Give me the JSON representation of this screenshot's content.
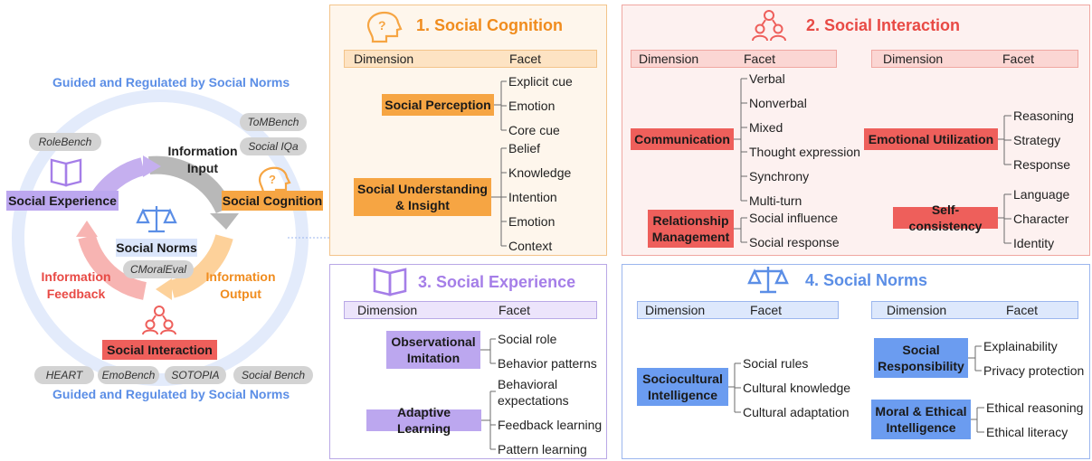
{
  "overview": {
    "guide_top": "Guided and Regulated by Social Norms",
    "guide_bottom": "Guided and Regulated by Social Norms",
    "center_label": "Social Norms",
    "cycle": {
      "information_input": "Information\nInput",
      "information_output": "Information\nOutput",
      "information_feedback": "Information\nFeedback"
    },
    "nodes": {
      "social_experience": "Social Experience",
      "social_cognition": "Social Cognition",
      "social_interaction": "Social Interaction"
    },
    "benchmarks": {
      "tombench": "ToMBench",
      "socialiqa": "Social IQa",
      "rolebench": "RoleBench",
      "cmoraleval": "CMoralEval",
      "heart": "HEART",
      "emobench": "EmoBench",
      "sotopia": "SOTOPIA",
      "socialbench": "Social Bench"
    },
    "colors": {
      "cognition": "#f6a543",
      "interaction": "#ee5f5b",
      "experience": "#bca7ef",
      "norms": "#6b9cf0",
      "guide_text": "#5b8ee6",
      "ring": "#e3ebfb"
    }
  },
  "panels": {
    "cognition": {
      "title": "1. Social Cognition",
      "icon": "head-question-icon",
      "header": {
        "dimension": "Dimension",
        "facet": "Facet"
      },
      "dimensions": [
        {
          "name": "Social Perception",
          "facets": [
            "Explicit cue",
            "Emotion",
            "Core cue"
          ]
        },
        {
          "name": "Social Understanding\n& Insight",
          "facets": [
            "Belief",
            "Knowledge",
            "Intention",
            "Emotion",
            "Context"
          ]
        }
      ]
    },
    "interaction": {
      "title": "2. Social Interaction",
      "icon": "people-network-icon",
      "header_left": {
        "dimension": "Dimension",
        "facet": "Facet"
      },
      "header_right": {
        "dimension": "Dimension",
        "facet": "Facet"
      },
      "dimensions": [
        {
          "name": "Communication",
          "facets": [
            "Verbal",
            "Nonverbal",
            "Mixed",
            "Thought expression",
            "Synchrony",
            "Multi-turn"
          ]
        },
        {
          "name": "Relationship\nManagement",
          "facets": [
            "Social influence",
            "Social response"
          ]
        },
        {
          "name": "Emotional Utilization",
          "facets": [
            "Reasoning",
            "Strategy",
            "Response"
          ]
        },
        {
          "name": "Self-consistency",
          "facets": [
            "Language",
            "Character",
            "Identity"
          ]
        }
      ]
    },
    "experience": {
      "title": "3. Social Experience",
      "icon": "open-book-icon",
      "header": {
        "dimension": "Dimension",
        "facet": "Facet"
      },
      "dimensions": [
        {
          "name": "Observational\nImitation",
          "facets": [
            "Social role",
            "Behavior patterns"
          ]
        },
        {
          "name": "Adaptive Learning",
          "facets": [
            "Behavioral\nexpectations",
            "Feedback learning",
            "Pattern learning"
          ]
        }
      ]
    },
    "norms": {
      "title": "4. Social Norms",
      "icon": "balance-scale-icon",
      "header_left": {
        "dimension": "Dimension",
        "facet": "Facet"
      },
      "header_right": {
        "dimension": "Dimension",
        "facet": "Facet"
      },
      "dimensions": [
        {
          "name": "Sociocultural\nIntelligence",
          "facets": [
            "Social rules",
            "Cultural knowledge",
            "Cultural adaptation"
          ]
        },
        {
          "name": "Social\nResponsibility",
          "facets": [
            "Explainability",
            "Privacy protection"
          ]
        },
        {
          "name": "Moral & Ethical\nIntelligence",
          "facets": [
            "Ethical reasoning",
            "Ethical literacy"
          ]
        }
      ]
    }
  }
}
